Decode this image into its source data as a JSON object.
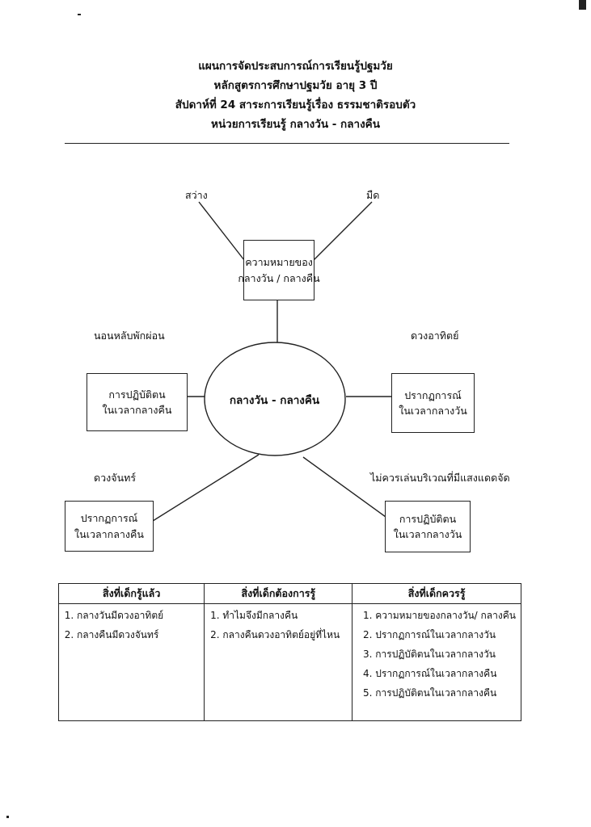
{
  "header": {
    "line1": "แผนการจัดประสบการณ์การเรียนรู้ปฐมวัย",
    "line2": "หลักสูตรการศึกษาปฐมวัย   อายุ 3 ปี",
    "line3": "สัปดาห์ที่  24   สาระการเรียนรู้เรื่อง ธรรมชาติรอบตัว",
    "line4": "หน่วยการเรียนรู้  กลางวัน - กลางคืน"
  },
  "web": {
    "center": "กลางวัน  -  กลางคืน",
    "top_box": {
      "line1": "ความหมายของ",
      "line2": "กลางวัน / กลางคืน"
    },
    "top_left_label": "สว่าง",
    "top_right_label": "มืด",
    "left_box": {
      "line1": "การปฏิบัติตน",
      "line2": "ในเวลากลางคืน"
    },
    "left_label": "นอนหลับพักผ่อน",
    "right_box": {
      "line1": "ปรากฏการณ์",
      "line2": "ในเวลากลางวัน"
    },
    "right_label": "ดวงอาทิตย์",
    "bottom_left_box": {
      "line1": "ปรากฏการณ์",
      "line2": "ในเวลากลางคืน"
    },
    "bottom_left_label": "ดวงจันทร์",
    "bottom_right_box": {
      "line1": "การปฏิบัติตน",
      "line2": "ในเวลากลางวัน"
    },
    "bottom_right_label": "ไม่ควรเล่นบริเวณที่มีแสงแดดจัด"
  },
  "knowledge_table": {
    "headers": [
      "สิ่งที่เด็กรู้แล้ว",
      "สิ่งที่เด็กต้องการรู้",
      "สิ่งที่เด็กควรรู้"
    ],
    "known": [
      "กลางวันมีดวงอาทิตย์",
      "กลางคืนมีดวงจันทร์"
    ],
    "want_to_know": [
      "ทำไมจึงมีกลางคืน",
      "กลางคืนดวงอาทิตย์อยู่ที่ไหน"
    ],
    "should_know": [
      "ความหมายของกลางวัน/ กลางคืน",
      "ปรากฏการณ์ในเวลากลางวัน",
      "การปฏิบัติตนในเวลากลางวัน",
      "ปรากฏการณ์ในเวลากลางคืน",
      "การปฏิบัติตนในเวลากลางคืน"
    ]
  }
}
